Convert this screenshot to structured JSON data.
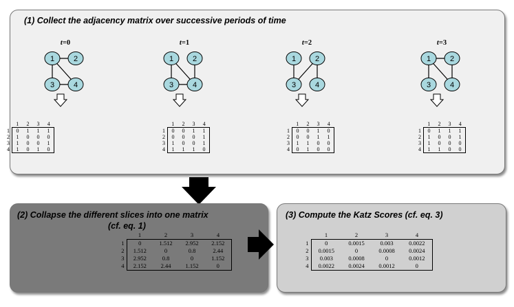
{
  "panel1": {
    "title": "(1) Collect the adjacency matrix over successive periods of time",
    "snapshots": [
      {
        "t_var": "t",
        "t_value": "=0",
        "node_labels": [
          "1",
          "2",
          "3",
          "4"
        ],
        "col_headers": [
          "1",
          "2",
          "3",
          "4"
        ],
        "row_headers": [
          "1",
          "2",
          "3",
          "4"
        ],
        "matrix": [
          [
            "0",
            "1",
            "1",
            "1"
          ],
          [
            "1",
            "0",
            "0",
            "0"
          ],
          [
            "1",
            "0",
            "0",
            "1"
          ],
          [
            "1",
            "0",
            "1",
            "0"
          ]
        ]
      },
      {
        "t_var": "t",
        "t_value": "=1",
        "node_labels": [
          "1",
          "2",
          "3",
          "4"
        ],
        "col_headers": [
          "1",
          "2",
          "3",
          "4"
        ],
        "row_headers": [
          "1",
          "2",
          "3",
          "4"
        ],
        "matrix": [
          [
            "0",
            "0",
            "1",
            "1"
          ],
          [
            "0",
            "0",
            "0",
            "1"
          ],
          [
            "1",
            "0",
            "0",
            "1"
          ],
          [
            "1",
            "1",
            "1",
            "0"
          ]
        ]
      },
      {
        "t_var": "t",
        "t_value": "=2",
        "node_labels": [
          "1",
          "2",
          "3",
          "4"
        ],
        "col_headers": [
          "1",
          "2",
          "3",
          "4"
        ],
        "row_headers": [
          "1",
          "2",
          "3",
          "4"
        ],
        "matrix": [
          [
            "0",
            "0",
            "1",
            "0"
          ],
          [
            "0",
            "0",
            "1",
            "1"
          ],
          [
            "1",
            "1",
            "0",
            "0"
          ],
          [
            "0",
            "1",
            "0",
            "0"
          ]
        ]
      },
      {
        "t_var": "t",
        "t_value": "=3",
        "node_labels": [
          "1",
          "2",
          "3",
          "4"
        ],
        "col_headers": [
          "1",
          "2",
          "3",
          "4"
        ],
        "row_headers": [
          "1",
          "2",
          "3",
          "4"
        ],
        "matrix": [
          [
            "0",
            "1",
            "1",
            "1"
          ],
          [
            "1",
            "0",
            "0",
            "1"
          ],
          [
            "1",
            "0",
            "0",
            "0"
          ],
          [
            "1",
            "1",
            "0",
            "0"
          ]
        ]
      }
    ]
  },
  "panel2": {
    "title_line1": "(2) Collapse the different slices into one matrix",
    "title_line2": "(cf. eq. 1)",
    "col_headers": [
      "1",
      "2",
      "3",
      "4"
    ],
    "row_headers": [
      "1",
      "2",
      "3",
      "4"
    ],
    "matrix": [
      [
        "0",
        "1.512",
        "2.952",
        "2.152"
      ],
      [
        "1.512",
        "0",
        "0.8",
        "2.44"
      ],
      [
        "2.952",
        "0.8",
        "0",
        "1.152"
      ],
      [
        "2.152",
        "2.44",
        "1.152",
        "0"
      ]
    ]
  },
  "panel3": {
    "title": "(3) Compute the Katz  Scores (cf. eq. 3)",
    "col_headers": [
      "1",
      "2",
      "3",
      "4"
    ],
    "row_headers": [
      "1",
      "2",
      "3",
      "4"
    ],
    "matrix": [
      [
        "0",
        "0.0015",
        "0.003",
        "0.0022"
      ],
      [
        "0.0015",
        "0",
        "0.0008",
        "0.0024"
      ],
      [
        "0.003",
        "0.0008",
        "0",
        "0.0012"
      ],
      [
        "0.0022",
        "0.0024",
        "0.0012",
        "0"
      ]
    ]
  },
  "colors": {
    "node_fill": "#a9d8df",
    "panel1_bg": "#f0f0f0",
    "panel2_bg": "#7a7a7a",
    "panel3_bg": "#d0d0d0"
  }
}
